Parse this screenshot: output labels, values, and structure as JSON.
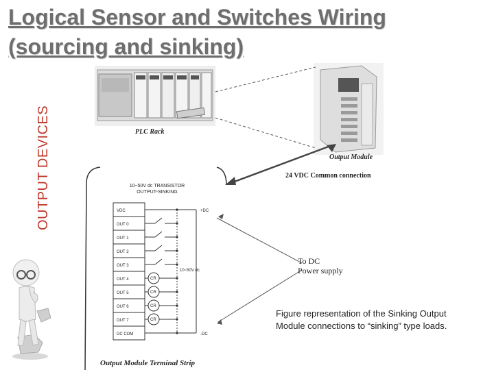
{
  "title": {
    "line1": "Logical Sensor and Switches Wiring ",
    "line2": "(sourcing and sinking)"
  },
  "side_label": "OUTPUT DEVICES",
  "diagram": {
    "plc_rack_label": "PLC Rack",
    "output_module_label": "Output Module",
    "common_connection_label": "24 VDC Common connection",
    "power_supply_line1": "To DC",
    "power_supply_line2": "Power supply",
    "module_header_line1": "10~50V dc TRANSISTOR",
    "module_header_line2": "OUTPUT-SINKING",
    "terminals": [
      "VDC",
      "OUT 0",
      "OUT 1",
      "OUT 2",
      "OUT 3",
      "OUT 4",
      "OUT 5",
      "OUT 6",
      "OUT 7",
      "DC COM"
    ],
    "load_label": "CR",
    "plus_dc": "+DC",
    "minus_dc": "-DC",
    "voltage": "10~50V dc",
    "terminal_strip_label": "Output Module Terminal Strip"
  },
  "caption": {
    "line1": "Figure representation of the Sinking Output",
    "line2": "Module connections to “sinking” type loads."
  },
  "colors": {
    "title": "#6e6e6e",
    "side_label": "#c0392b"
  },
  "icons": [
    "plc-rack-photo",
    "output-module-photo",
    "thinking-figure-icon"
  ]
}
